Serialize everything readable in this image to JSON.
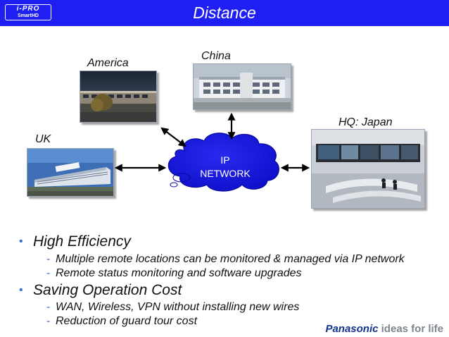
{
  "header": {
    "logo_line1": "i-PRO",
    "logo_line2": "SmartHD",
    "title": "Distance"
  },
  "diagram": {
    "sites": [
      {
        "id": "america",
        "label": "America",
        "icon": "building-photo"
      },
      {
        "id": "china",
        "label": "China",
        "icon": "building-photo"
      },
      {
        "id": "uk",
        "label": "UK",
        "icon": "building-photo"
      },
      {
        "id": "hq",
        "label": "HQ: Japan",
        "icon": "control-room-photo"
      }
    ],
    "network_line1": "IP",
    "network_line2": "NETWORK",
    "colors": {
      "cloud": "#1414e6",
      "cloud_text": "#ffffff",
      "arrow": "#000000"
    }
  },
  "content": {
    "points": [
      {
        "text": "High Efficiency",
        "subs": [
          "Multiple remote locations can be monitored & managed via IP network",
          "Remote status monitoring and software upgrades"
        ]
      },
      {
        "text": "Saving Operation Cost",
        "subs": [
          "WAN, Wireless, VPN without installing new wires",
          "Reduction of guard tour cost"
        ]
      }
    ],
    "bullet_glyph": "•",
    "dash_glyph": "-"
  },
  "brand": {
    "name": "Panasonic",
    "tagline": "ideas for life",
    "colors": {
      "name": "#12318c",
      "tagline": "#7f858f"
    }
  }
}
